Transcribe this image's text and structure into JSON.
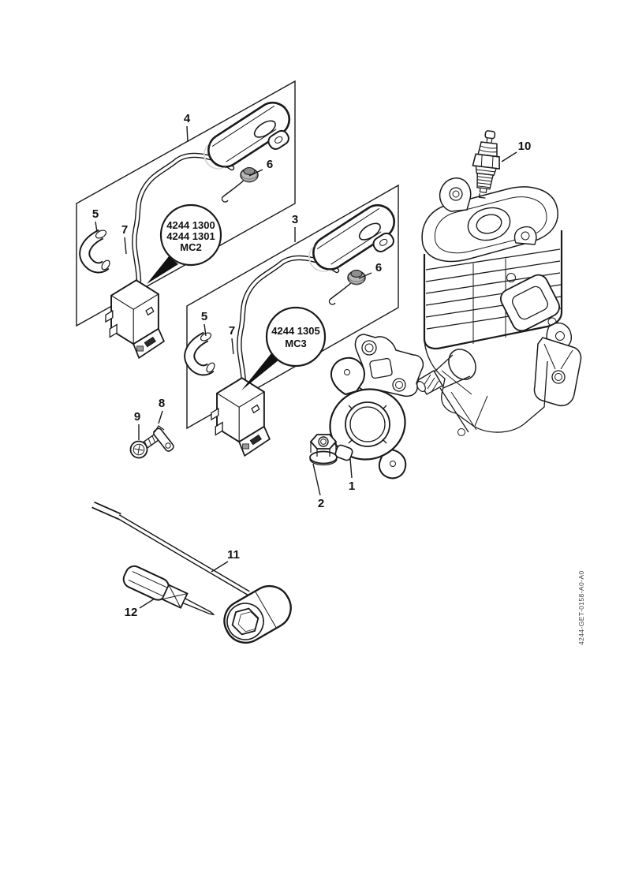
{
  "diagram": {
    "background_color": "#ffffff",
    "line_color": "#1a1a1a",
    "metal_gray": "#b9b9b9",
    "drawing_number": "4244-GET-0158-A0-A0",
    "callouts": [
      {
        "label": "4"
      },
      {
        "label": "6"
      },
      {
        "label": "5"
      },
      {
        "label": "7"
      },
      {
        "label": "3"
      },
      {
        "label": "6"
      },
      {
        "label": "5"
      },
      {
        "label": "7"
      },
      {
        "label": "9"
      },
      {
        "label": "8"
      },
      {
        "label": "2"
      },
      {
        "label": "1"
      },
      {
        "label": "10"
      },
      {
        "label": "11"
      },
      {
        "label": "12"
      }
    ],
    "variant_bubbles": [
      {
        "lines": [
          "4244 1300",
          "4244 1301",
          "MC2"
        ]
      },
      {
        "lines": [
          "4244 1305",
          "MC3"
        ]
      }
    ]
  }
}
